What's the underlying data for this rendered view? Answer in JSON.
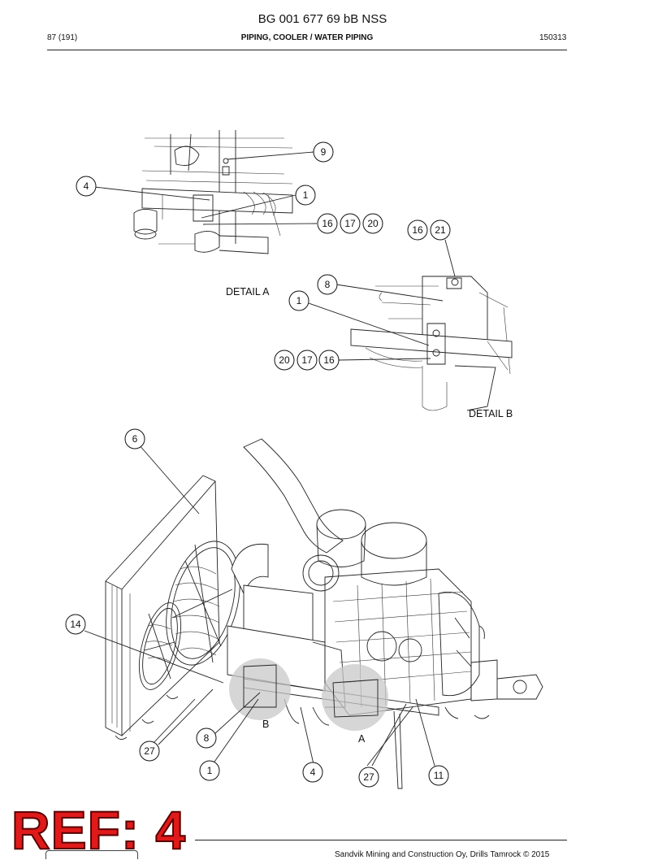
{
  "header": {
    "doc_title": "BG 001 677 69 bB NSS",
    "page": "87 (191)",
    "section": "PIPING, COOLER / WATER PIPING",
    "code": "150313"
  },
  "details": {
    "a_label": "DETAIL A",
    "b_label": "DETAIL B",
    "marker_a": "A",
    "marker_b": "B"
  },
  "callouts": {
    "a_9": "9",
    "a_4": "4",
    "a_1": "1",
    "a_16": "16",
    "a_17": "17",
    "a_20": "20",
    "b_16": "16",
    "b_21": "21",
    "b_8": "8",
    "b_1": "1",
    "b_20": "20",
    "b_17": "17",
    "b_16b": "16",
    "m_6": "6",
    "m_14": "14",
    "m_8": "8",
    "m_27": "27",
    "m_1": "1",
    "m_4": "4",
    "m_27b": "27",
    "m_11": "11"
  },
  "stamp": "REF: 4",
  "footer": "Sandvik Mining and Construction Oy, Drills Tamrock © 2015",
  "colors": {
    "stamp_red": "#e01a1a",
    "line": "#222222",
    "highlight_grey": "#c8c8c8"
  }
}
